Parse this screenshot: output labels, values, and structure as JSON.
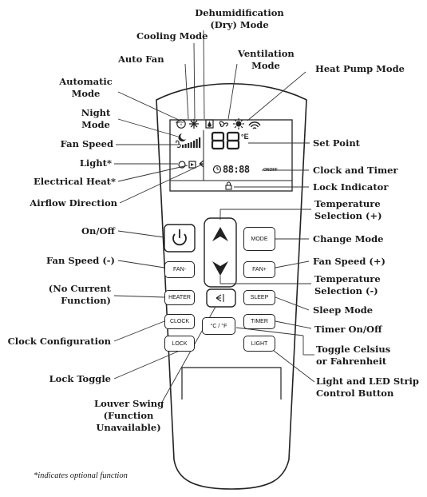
{
  "labels": {
    "dehumidification_1": "Dehumidification",
    "dehumidification_2": "(Dry) Mode",
    "cooling_mode": "Cooling Mode",
    "auto_fan": "Auto Fan",
    "ventilation_1": "Ventilation",
    "ventilation_2": "Mode",
    "heat_pump_mode": "Heat Pump Mode",
    "automatic_1": "Automatic",
    "automatic_2": "Mode",
    "night_1": "Night",
    "night_2": "Mode",
    "fan_speed": "Fan Speed",
    "light": "Light*",
    "electrical_heat": "Electrical Heat*",
    "airflow_direction": "Airflow Direction",
    "set_point": "Set Point",
    "clock_and_timer": "Clock and Timer",
    "lock_indicator": "Lock Indicator",
    "temp_plus_1": "Temperature",
    "temp_plus_2": "Selection (+)",
    "on_off": "On/Off",
    "change_mode": "Change Mode",
    "fan_speed_minus": "Fan Speed (-)",
    "fan_speed_plus": "Fan Speed (+)",
    "temp_minus_1": "Temperature",
    "temp_minus_2": "Selection (-)",
    "no_function_1": "(No Current",
    "no_function_2": "Function)",
    "sleep_mode": "Sleep Mode",
    "timer_on_off": "Timer On/Off",
    "clock_configuration": "Clock Configuration",
    "toggle_celsius_1": "Toggle Celsius",
    "toggle_celsius_2": "or Fahrenheit",
    "lock_toggle": "Lock Toggle",
    "light_led_1": "Light and LED Strip",
    "light_led_2": "Control Button",
    "louver_1": "Louver Swing",
    "louver_2": "(Function",
    "louver_3": "Unavailable)"
  },
  "buttons": {
    "mode": "MODE",
    "fan_minus": "FAN-",
    "fan_plus": "FAN+",
    "heater": "HEATER",
    "sleep": "SLEEP",
    "clock": "CLOCK",
    "timer": "TIMER",
    "lock": "LOCK",
    "celsius_fahrenheit": "°C / °F",
    "light": "LIGHT"
  },
  "display": {
    "set_point_digits": "88",
    "unit": "°E",
    "clock_digits": "88:88",
    "onoff_text": "ONOFF",
    "icon_auto": "AUTO"
  },
  "footnote": "*indicates optional function",
  "icons": [
    "power-icon",
    "up-arrow-icon",
    "down-arrow-icon",
    "louver-swing-icon",
    "lock-icon",
    "clock-icon",
    "snowflake-icon",
    "sun-icon",
    "droplet-icon",
    "fan-icon",
    "wifi-icon",
    "moon-icon"
  ]
}
